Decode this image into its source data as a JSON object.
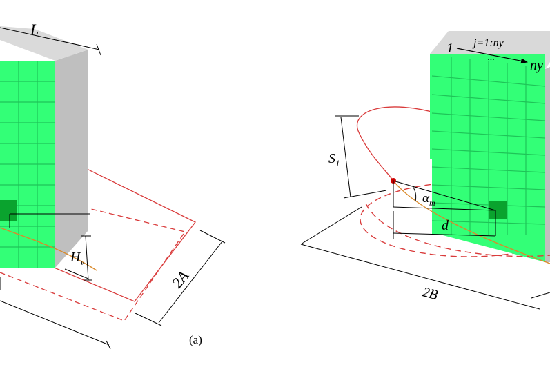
{
  "left_panel": {
    "label_L": "L",
    "label_Hv": "H",
    "label_Hv_sub": "v",
    "label_2A": "2A",
    "caption": "(a)"
  },
  "right_panel": {
    "label_j": "j=1:ny",
    "label_1": "1",
    "label_dots": "···",
    "label_ny": "ny",
    "label_S1": "S",
    "label_S1_sub": "1",
    "label_alpha": "α",
    "label_alpha_sub": "m",
    "label_d": "d",
    "label_2B": "2B"
  },
  "colors": {
    "facade_green": "#33ff77",
    "highlight_green": "#0aa32e",
    "building_gray": "#bfbfbf",
    "building_top": "#d9d9d9",
    "footprint_red": "#d93b3b",
    "trajectory_orange": "#d98a2b",
    "impact_point_red": "#cc0000"
  }
}
